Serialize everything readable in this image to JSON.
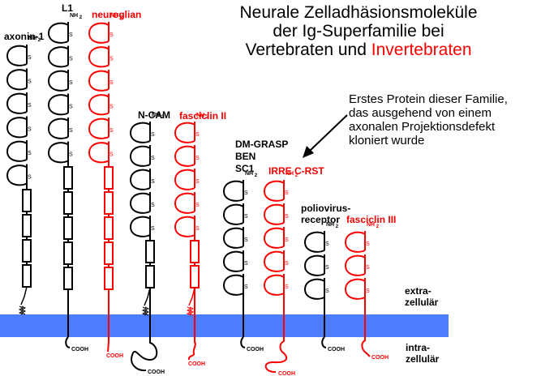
{
  "title": {
    "line1": "Neurale Zelladhäsionsmoleküle",
    "line2": "der Ig-Superfamilie bei",
    "line3_black": "Vertebraten und ",
    "line3_red": "Invertebraten"
  },
  "annotation": {
    "lines": [
      "Erstes Protein dieser Familie,",
      "das ausgehend von einem",
      "axonalen Projektionsdefekt",
      "kloniert wurde"
    ],
    "points_to": "IRRE C-RST"
  },
  "regions": {
    "extra_line1": "extra-",
    "extra_line2": "zellulär",
    "intra_line1": "intra-",
    "intra_line2": "zellulär"
  },
  "terminals": {
    "n": "NH",
    "n_sub": "2",
    "c": "COOH",
    "disulfide": "S"
  },
  "colors": {
    "vertebrate": "#000000",
    "invertebrate": "#ff0000",
    "membrane": "#4d7cfe"
  },
  "molecules": [
    {
      "name": "axonin-1",
      "group": "vertebrate",
      "ig_domains": 6,
      "fn3_domains": 4,
      "anchor": "GPI"
    },
    {
      "name": "L1",
      "group": "vertebrate",
      "ig_domains": 6,
      "fn3_domains": 5,
      "anchor": "transmembrane"
    },
    {
      "name": "neuroglian",
      "group": "invertebrate",
      "ig_domains": 6,
      "fn3_domains": 5,
      "anchor": "transmembrane"
    },
    {
      "name": "N-CAM",
      "group": "vertebrate",
      "ig_domains": 5,
      "fn3_domains": 2,
      "anchor": "GPI + transmembrane"
    },
    {
      "name": "fasciclin II",
      "group": "invertebrate",
      "ig_domains": 5,
      "fn3_domains": 2,
      "anchor": "GPI + transmembrane"
    },
    {
      "name": "DM-GRASP",
      "name_line2": "BEN",
      "name_line3": "SC1",
      "group": "vertebrate",
      "ig_domains": 5,
      "fn3_domains": 0,
      "anchor": "transmembrane"
    },
    {
      "name": "IRRE C-RST",
      "group": "invertebrate",
      "ig_domains": 5,
      "fn3_domains": 0,
      "anchor": "transmembrane"
    },
    {
      "name": "poliovirus-",
      "name_line2": "receptor",
      "group": "vertebrate",
      "ig_domains": 3,
      "fn3_domains": 0,
      "anchor": "transmembrane"
    },
    {
      "name": "fasciclin III",
      "group": "invertebrate",
      "ig_domains": 3,
      "fn3_domains": 0,
      "anchor": "transmembrane"
    }
  ]
}
